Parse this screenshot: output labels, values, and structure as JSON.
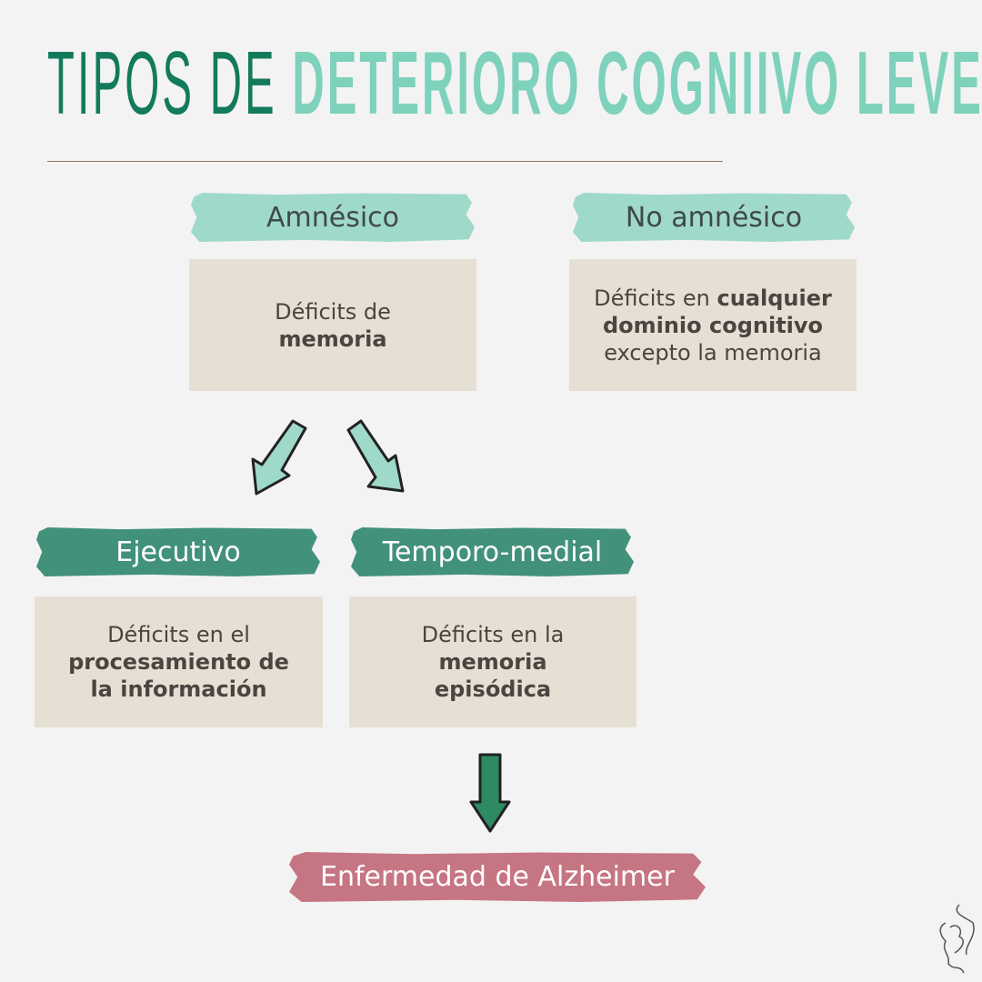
{
  "title": {
    "part1": "TIPOS DE",
    "part2": "DETERIORO COGNIIVO LEVE"
  },
  "nodes": {
    "amnesico": {
      "label": "Amnésico",
      "line1": "Déficits de",
      "line2_bold": "memoria"
    },
    "no_amnesico": {
      "label": "No amnésico",
      "line1_a": "Déficits en ",
      "line1_bold": "cualquier",
      "line2_bold": "dominio cognitivo",
      "line3": "excepto la memoria"
    },
    "ejecutivo": {
      "label": "Ejecutivo",
      "line1": "Déficits en el",
      "line2_bold": "procesamiento de",
      "line3_bold": "la información"
    },
    "temporo_medial": {
      "label": "Temporo-medial",
      "line1": "Déficits en la",
      "line2_bold": "memoria",
      "line3_bold": "episódica"
    },
    "alzheimer": {
      "label": "Enfermedad de Alzheimer"
    }
  },
  "colors": {
    "light_label": "#9fd9c9",
    "dark_label": "#42917a",
    "alzheimer": "#c67683",
    "box": "#e6dfd3",
    "title_dark": "#137a5c",
    "title_light": "#7ed1bb"
  }
}
